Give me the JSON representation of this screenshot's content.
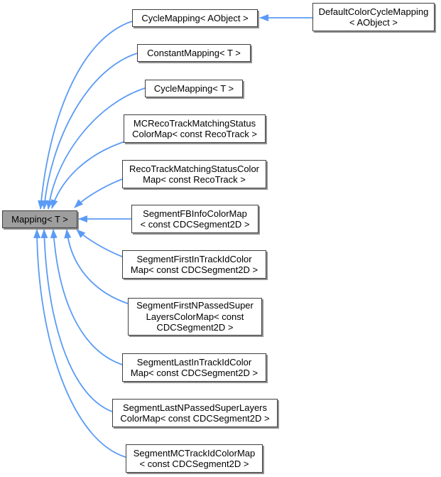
{
  "diagram_type": "class-inheritance-graph",
  "colors": {
    "background": "#ffffff",
    "arrow": "#5b9bf5",
    "node_fill": "#ffffff",
    "node_border": "#3f3f3f",
    "node_shadow": "#909090",
    "selected_fill": "#9e9e9e",
    "text": "#000000"
  },
  "nodes": [
    {
      "id": "mapping",
      "label": "Mapping< T >",
      "selected": true
    },
    {
      "id": "cycle-mapping-aobject",
      "label": "CycleMapping< AObject >",
      "selected": false
    },
    {
      "id": "default-color-cycle-mapping",
      "label": "DefaultColorCycleMapping\n< AObject >",
      "selected": false
    },
    {
      "id": "constant-mapping",
      "label": "ConstantMapping< T >",
      "selected": false
    },
    {
      "id": "cycle-mapping-t",
      "label": "CycleMapping< T >",
      "selected": false
    },
    {
      "id": "mc-reco-track-matching-status-color-map",
      "label": "MCRecoTrackMatchingStatus\nColorMap< const RecoTrack >",
      "selected": false
    },
    {
      "id": "reco-track-matching-status-color-map",
      "label": "RecoTrackMatchingStatusColor\nMap< const RecoTrack >",
      "selected": false
    },
    {
      "id": "segment-fb-info-color-map",
      "label": "SegmentFBInfoColorMap\n< const CDCSegment2D >",
      "selected": false
    },
    {
      "id": "segment-first-in-track-id-color-map",
      "label": "SegmentFirstInTrackIdColor\nMap< const CDCSegment2D >",
      "selected": false
    },
    {
      "id": "segment-first-n-passed-super-layers-color-map",
      "label": "SegmentFirstNPassedSuper\nLayersColorMap< const\nCDCSegment2D >",
      "selected": false
    },
    {
      "id": "segment-last-in-track-id-color-map",
      "label": "SegmentLastInTrackIdColor\nMap< const CDCSegment2D >",
      "selected": false
    },
    {
      "id": "segment-last-n-passed-super-layers-color-map",
      "label": "SegmentLastNPassedSuperLayers\nColorMap< const CDCSegment2D >",
      "selected": false
    },
    {
      "id": "segment-mc-track-id-color-map",
      "label": "SegmentMCTrackIdColorMap\n< const CDCSegment2D >",
      "selected": false
    }
  ],
  "edges": [
    {
      "from": "cycle-mapping-aobject",
      "to": "mapping"
    },
    {
      "from": "constant-mapping",
      "to": "mapping"
    },
    {
      "from": "cycle-mapping-t",
      "to": "mapping"
    },
    {
      "from": "mc-reco-track-matching-status-color-map",
      "to": "mapping"
    },
    {
      "from": "reco-track-matching-status-color-map",
      "to": "mapping"
    },
    {
      "from": "segment-fb-info-color-map",
      "to": "mapping"
    },
    {
      "from": "segment-first-in-track-id-color-map",
      "to": "mapping"
    },
    {
      "from": "segment-first-n-passed-super-layers-color-map",
      "to": "mapping"
    },
    {
      "from": "segment-last-in-track-id-color-map",
      "to": "mapping"
    },
    {
      "from": "segment-last-n-passed-super-layers-color-map",
      "to": "mapping"
    },
    {
      "from": "segment-mc-track-id-color-map",
      "to": "mapping"
    },
    {
      "from": "default-color-cycle-mapping",
      "to": "cycle-mapping-aobject"
    }
  ]
}
